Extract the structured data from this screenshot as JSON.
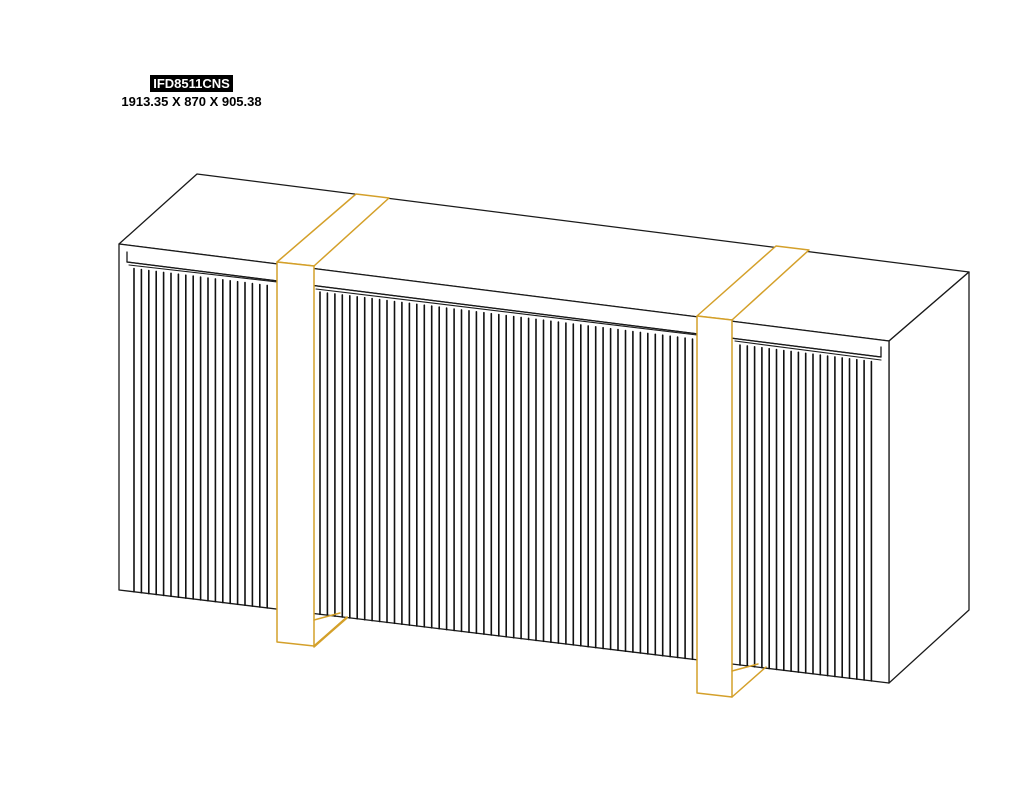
{
  "label": {
    "model_code": "IFD8511CNS",
    "dimensions": "1913.35 X 870 X 905.38"
  },
  "colors": {
    "line": "#1a1a1a",
    "accent_gold": "#d4a02a",
    "background": "#ffffff"
  },
  "drawing": {
    "subject": "sideboard-isometric-line-drawing",
    "fluted_door_panels": 3,
    "gold_bands": 2
  }
}
